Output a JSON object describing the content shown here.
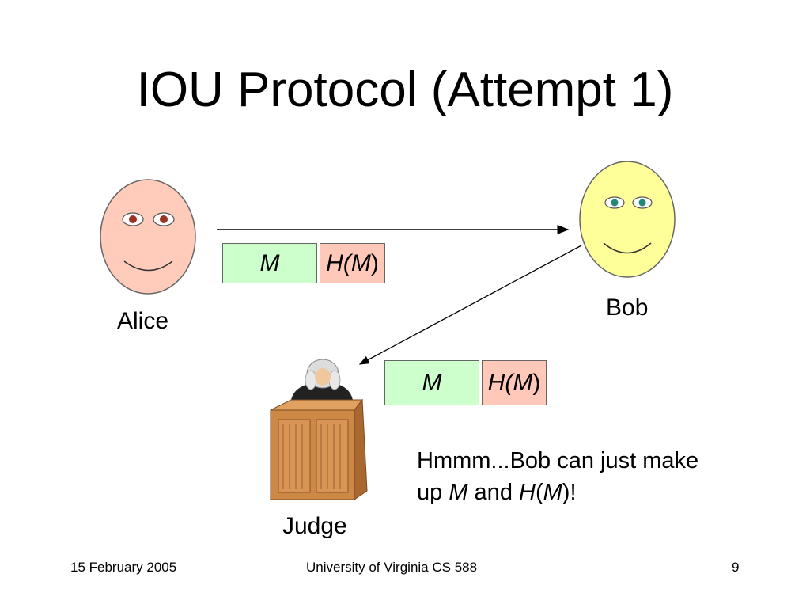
{
  "slide": {
    "title": "IOU Protocol (Attempt 1)",
    "actors": {
      "alice": "Alice",
      "bob": "Bob",
      "judge": "Judge"
    },
    "message_top": {
      "m": "M",
      "h_prefix": "H(",
      "h_m": "M",
      "h_suffix": ")"
    },
    "message_bottom": {
      "m": "M",
      "h_prefix": "H(",
      "h_m": "M",
      "h_suffix": ")"
    },
    "note": {
      "line1": "Hmmm...Bob can just make",
      "line2_prefix": "up ",
      "line2_m": "M",
      "line2_and": " and ",
      "line2_h": "H",
      "line2_paren_open": "(",
      "line2_m2": "M",
      "line2_end": ")!"
    }
  },
  "footer": {
    "date": "15 February 2005",
    "course": "University of Virginia CS 588",
    "page": "9"
  },
  "colors": {
    "alice_face": "#ffccbb",
    "bob_face": "#ffff99",
    "m_box": "#ccffcc",
    "hm_box": "#ffc8b8",
    "podium": "#cc8844"
  }
}
